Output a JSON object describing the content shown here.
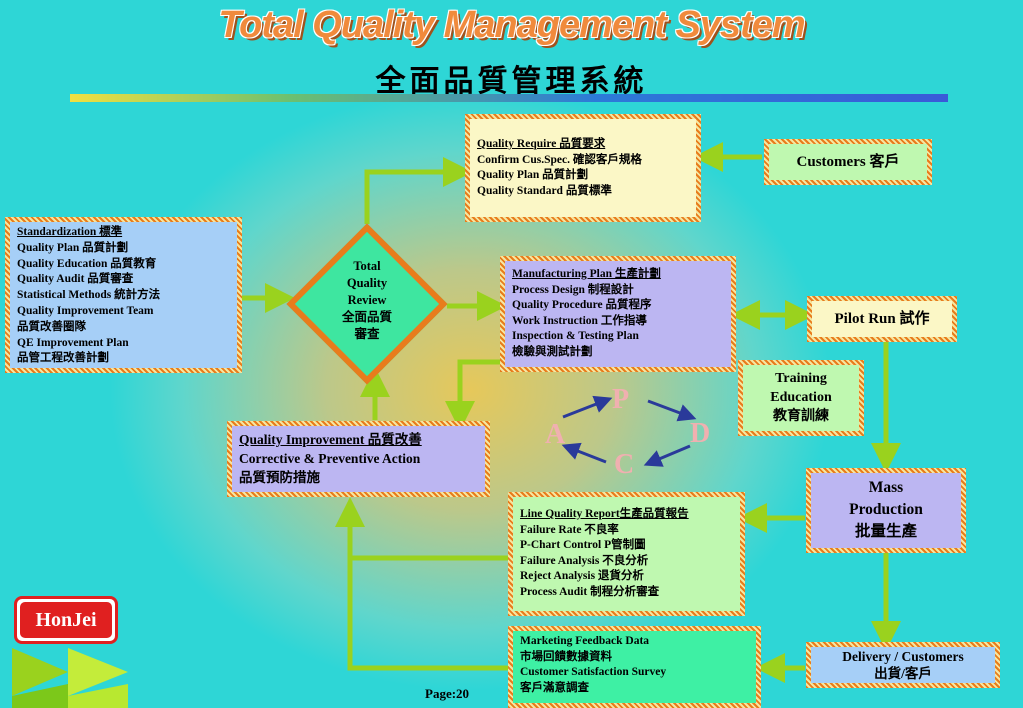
{
  "title_en": "Total Quality Management System",
  "title_zh": "全面品質管理系統",
  "quality_require": {
    "lines": [
      "Quality Require 品質要求",
      "Confirm Cus.Spec. 確認客戶規格",
      "Quality Plan 品質計劃",
      "Quality Standard 品質標準"
    ]
  },
  "customers": "Customers 客戶",
  "standardization": {
    "lines": [
      "Standardization 標準",
      "Quality Plan 品質計劃",
      "Quality Education 品質教育",
      "Quality Audit 品質審查",
      "Statistical Methods 統計方法",
      "Quality Improvement Team",
      "品質改善圈隊",
      "QE Improvement Plan",
      "品管工程改善計劃"
    ]
  },
  "tqr": {
    "lines": [
      "Total",
      "Quality",
      "Review",
      "全面品質",
      "審查"
    ]
  },
  "manufacturing": {
    "lines": [
      "Manufacturing Plan 生產計劃",
      "Process Design 制程設計",
      "Quality Procedure 品質程序",
      "Work Instruction 工作指導",
      "Inspection & Testing Plan",
      "檢驗與測試計劃"
    ]
  },
  "pilot_run": "Pilot Run 試作",
  "training": {
    "lines": [
      "Training",
      "Education",
      "教育訓練"
    ]
  },
  "improvement": {
    "lines": [
      "Quality Improvement 品質改善",
      "Corrective & Preventive Action",
      "品質預防措施"
    ]
  },
  "pdca": {
    "p": "P",
    "d": "D",
    "c": "C",
    "a": "A"
  },
  "mass": {
    "lines": [
      "Mass",
      "Production",
      "批量生產"
    ]
  },
  "line_quality": {
    "lines": [
      "Line Quality Report生產品質報告",
      "Failure Rate 不良率",
      "P-Chart Control P管制圖",
      "Failure Analysis 不良分析",
      "Reject Analysis 退貨分析",
      "Process Audit 制程分析審查"
    ]
  },
  "marketing": {
    "lines": [
      "Marketing Feedback Data",
      "市場回饋數據資料",
      "Customer Satisfaction Survey",
      "客戶滿意調查"
    ]
  },
  "delivery": {
    "lines": [
      "Delivery / Customers",
      "出貨/客戶"
    ]
  },
  "logo": "HonJei",
  "page": "Page:20",
  "colors": {
    "arrow": "#9ad21e",
    "pdca_arrow": "#2a3a9a",
    "frame": "#e87c1c"
  }
}
